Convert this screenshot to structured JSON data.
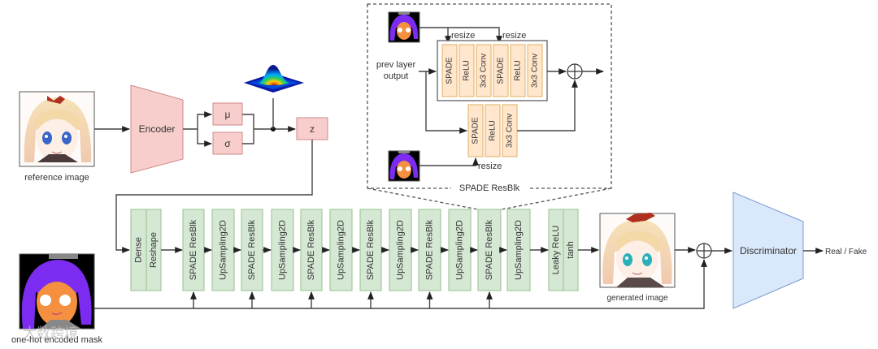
{
  "colors": {
    "encoder_fill": "#f8cecc",
    "generator_block_fill": "#d5e8d4",
    "spade_subblock_fill": "#ffe6cc",
    "discriminator_fill": "#dae8fc"
  },
  "inputs": {
    "reference_label": "reference image",
    "mask_label": "one-hot encoded mask",
    "generated_label": "generated image"
  },
  "encoder": {
    "label": "Encoder",
    "mu": "μ",
    "sigma": "σ",
    "z": "z",
    "distribution_icon": "gaussian-3d-surface"
  },
  "generator": {
    "blocks": [
      "Dense",
      "Reshape",
      "SPADE ResBlk",
      "UpSampling2D",
      "SPADE ResBlk",
      "UpSampling2D",
      "SPADE ResBlk",
      "UpSampling2D",
      "SPADE ResBlk",
      "UpSampling2D",
      "SPADE ResBlk",
      "UpSampling2D",
      "SPADE ResBlk",
      "UpSampling2D",
      "Leaky ReLU",
      "tanh"
    ]
  },
  "spade_resblk": {
    "title": "SPADE ResBlk",
    "input_label_line1": "prev layer",
    "input_label_line2": "output",
    "resize_label": "resize",
    "main_path": [
      "SPADE",
      "ReLU",
      "3x3 Conv",
      "SPADE",
      "ReLU",
      "3x3 Conv"
    ],
    "skip_path": [
      "SPADE",
      "ReLU",
      "3x3 Conv"
    ]
  },
  "discriminator": {
    "label": "Discriminator",
    "output_label": "Real / Fake"
  },
  "watermark": "大数跨境"
}
